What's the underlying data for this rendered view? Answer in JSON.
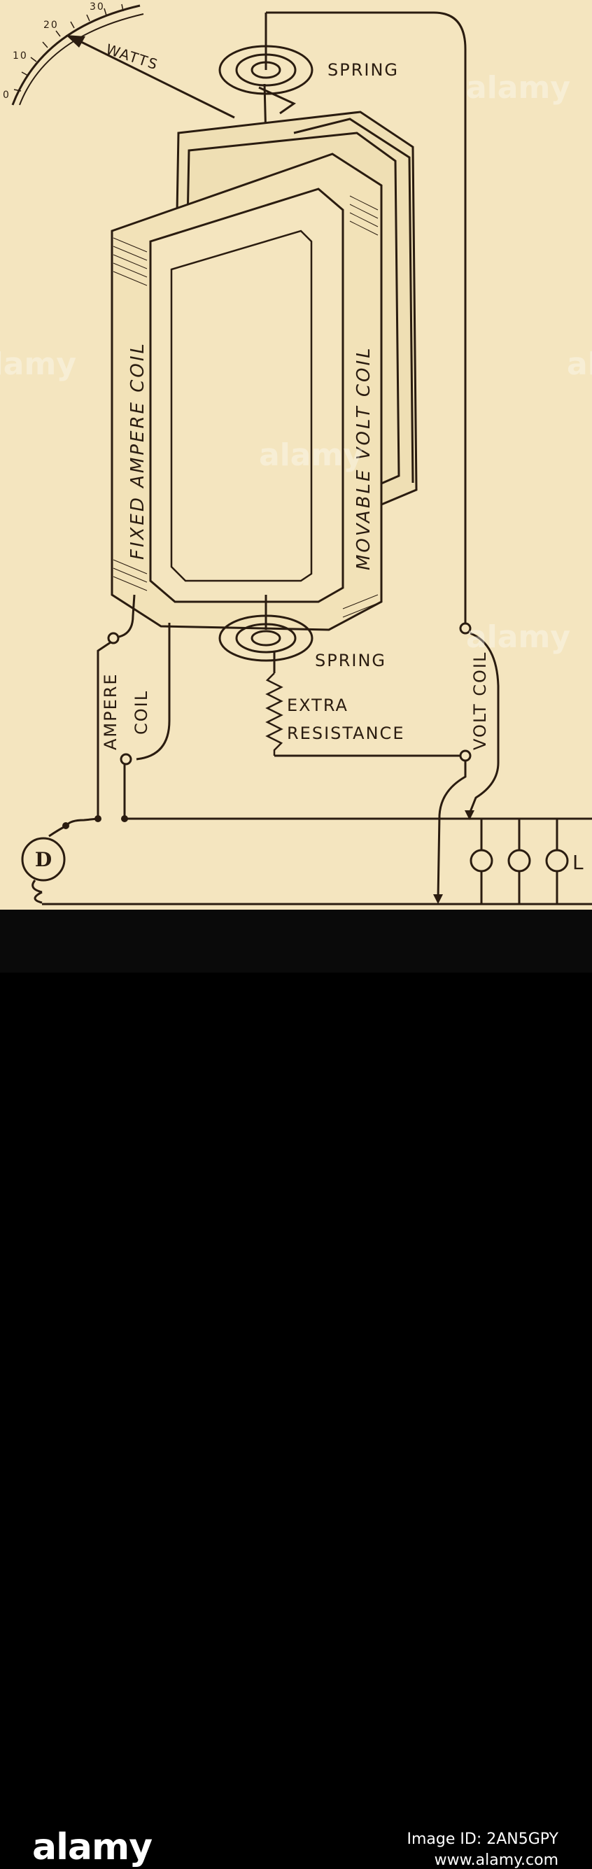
{
  "diagram": {
    "scale": {
      "ticks": [
        "0",
        "10",
        "20",
        "30"
      ],
      "unit": "WATTS"
    },
    "labels": {
      "spring_top": "SPRING",
      "spring_bottom": "SPRING",
      "fixed_coil": "FIXED AMPERE COIL",
      "movable_coil": "MOVABLE VOLT COIL",
      "ampere_coil_1": "AMPERE",
      "ampere_coil_2": "COIL",
      "volt_coil": "VOLT COIL",
      "extra_resistance_1": "EXTRA",
      "extra_resistance_2": "RESISTANCE",
      "dynamo": "D",
      "lamps": "L"
    }
  },
  "watermark": {
    "text": "alamy"
  },
  "footer": {
    "logo": "alamy",
    "image_id": "Image ID: 2AN5GPY",
    "site": "www.alamy.com"
  },
  "colors": {
    "paper": "#f4e5bf",
    "ink": "#2a1c10",
    "footer": "#0a0a0a"
  }
}
